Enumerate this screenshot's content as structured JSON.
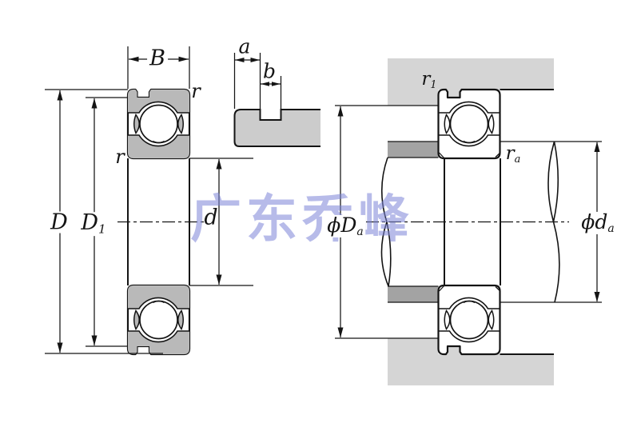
{
  "watermark": "广东乔峰",
  "colors": {
    "line": "#141414",
    "ring_fill": "#b9b9b9",
    "housing_fill": "#d5d5d5",
    "block_fill": "#cccccc",
    "shoulder_fill": "#a3a3a3",
    "watermark_color": "#7d85d8"
  },
  "left_view": {
    "dim_width": "B",
    "dim_outer_diameter": "D",
    "dim_groove_diameter_base": "D",
    "dim_groove_diameter_sub": "1",
    "dim_bore_diameter": "d",
    "chamfer_top": "r",
    "chamfer_bottom": "r"
  },
  "groove_detail": {
    "dim_offset": "a",
    "dim_width": "b"
  },
  "mounted_view": {
    "fillet_housing_base": "r",
    "fillet_housing_sub": "1",
    "fillet_shaft_base": "r",
    "fillet_shaft_sub": "a",
    "dim_housing_shoulder_base": "ϕD",
    "dim_housing_shoulder_sub": "a",
    "dim_shaft_shoulder_base": "ϕd",
    "dim_shaft_shoulder_sub": "a"
  }
}
